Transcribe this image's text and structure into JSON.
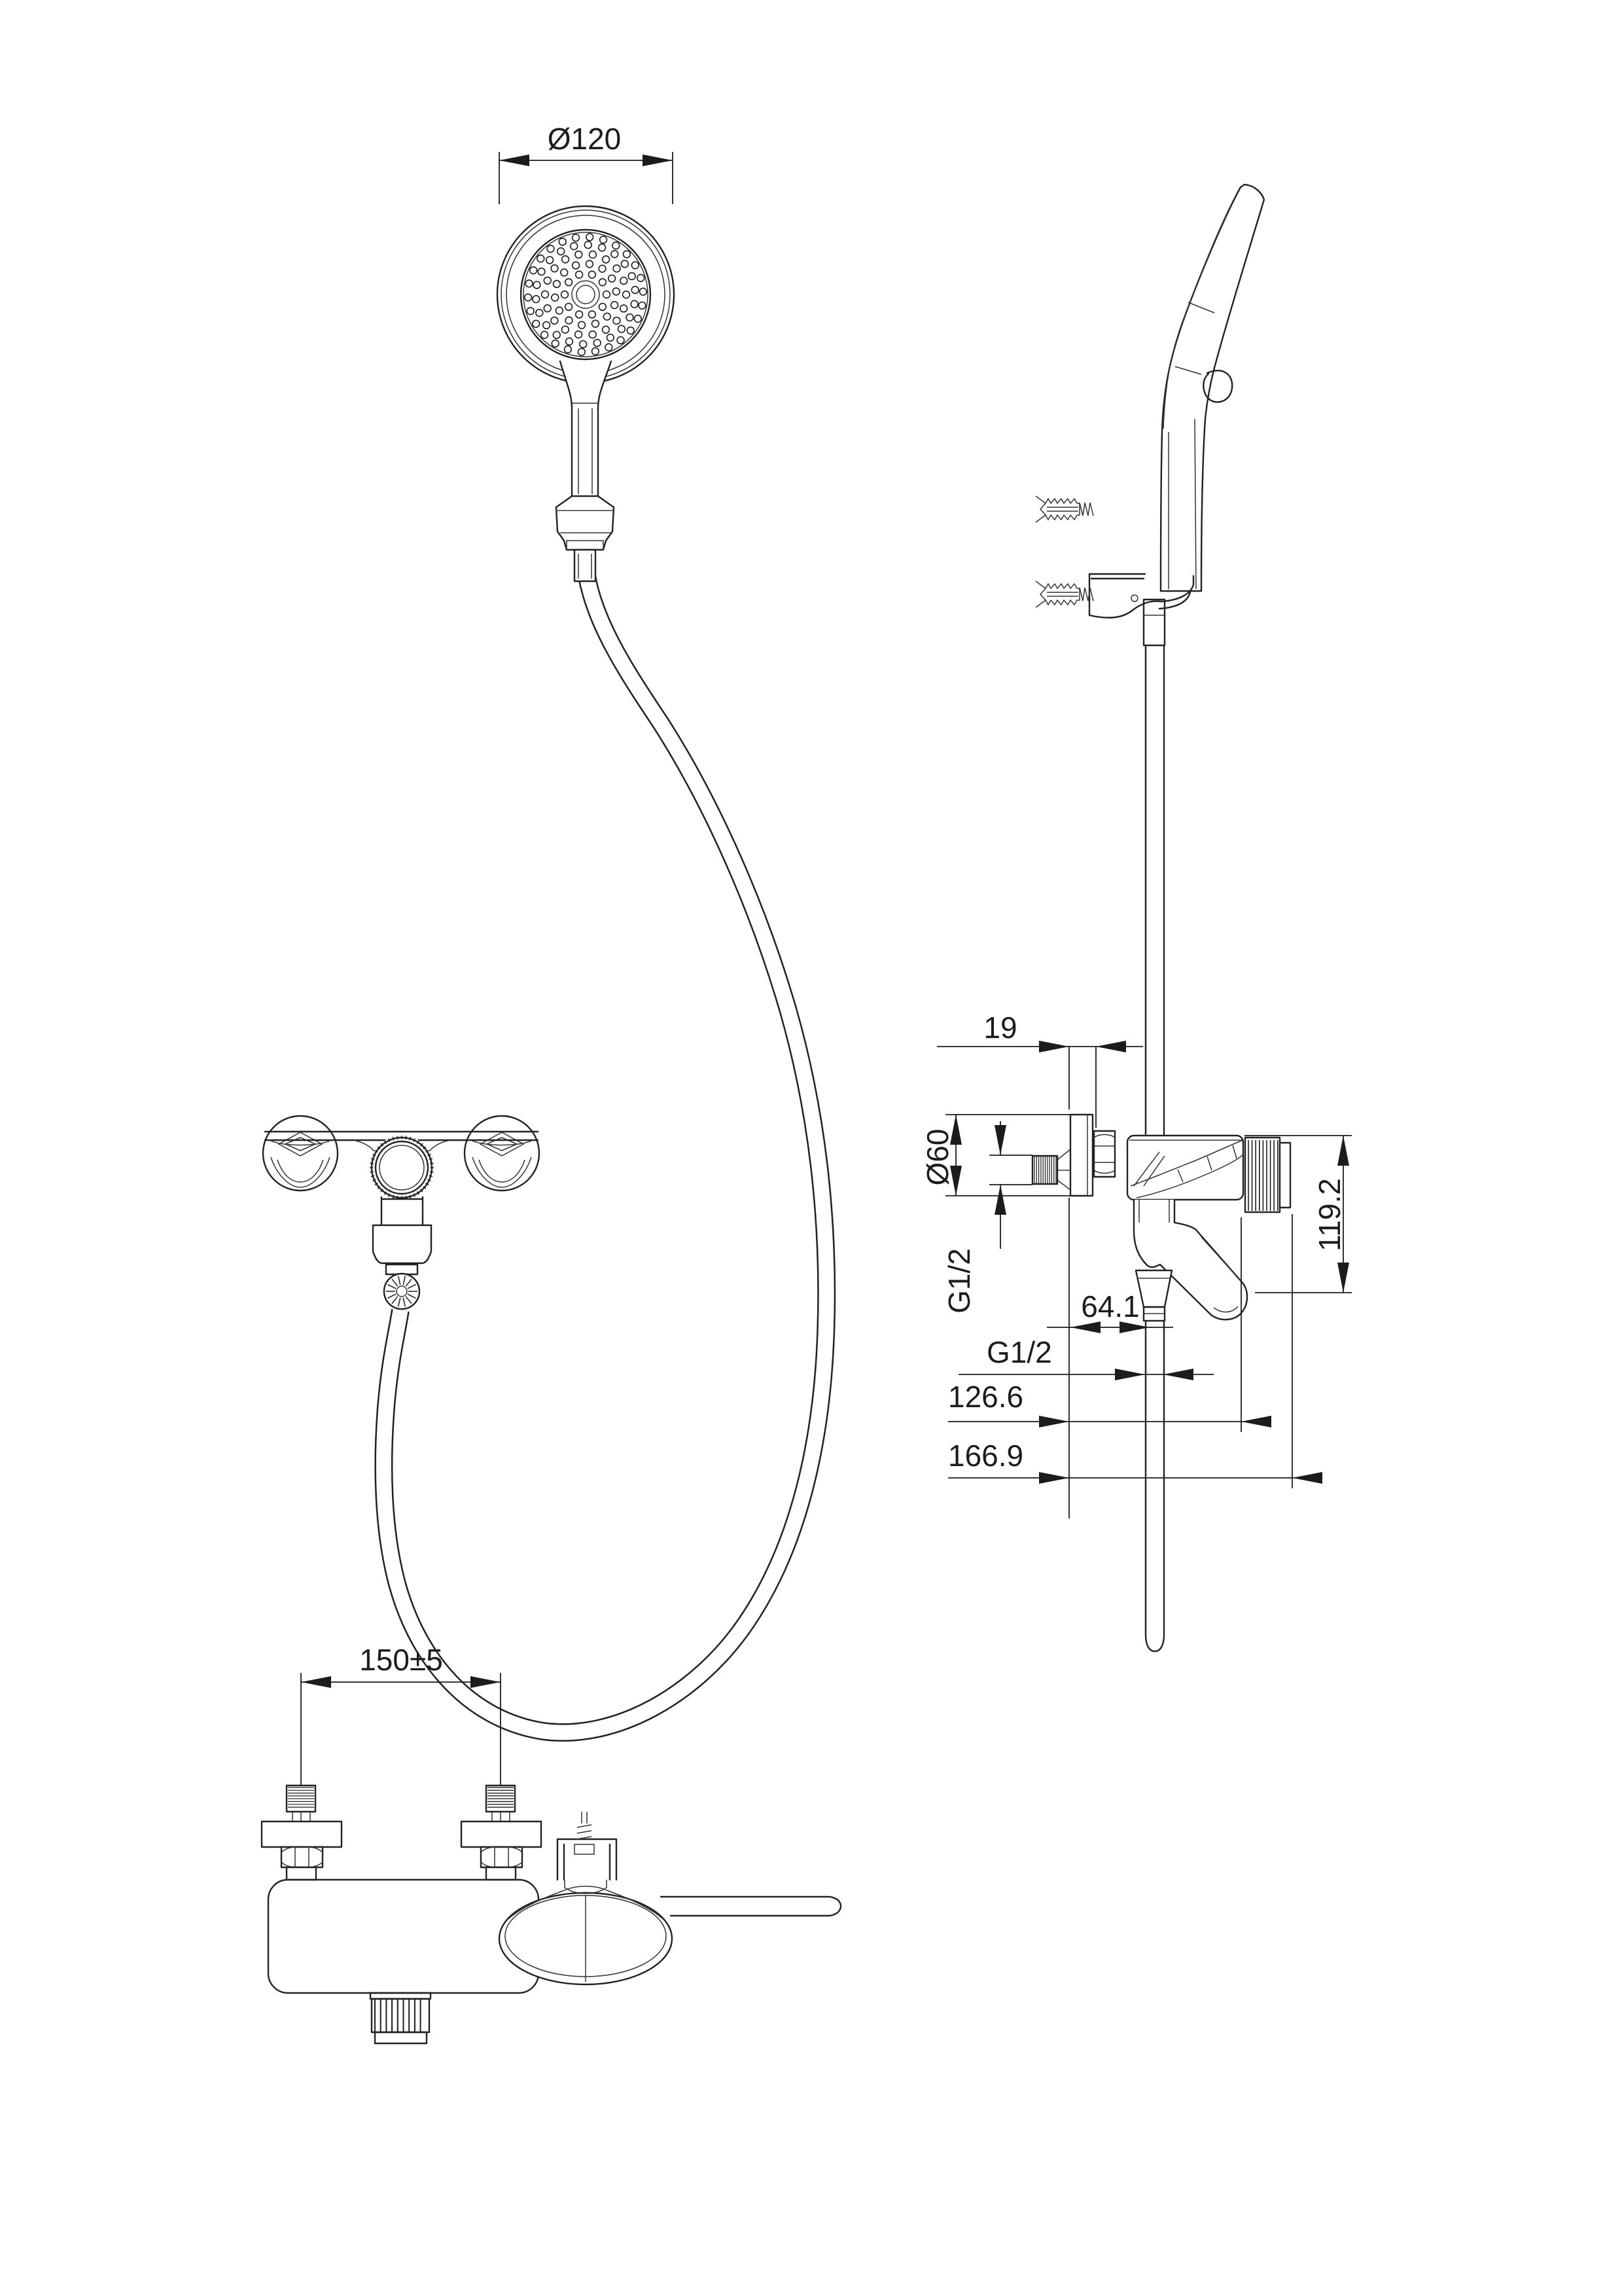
{
  "document": {
    "background_color": "#ffffff",
    "line_color": "#1c1c1c"
  },
  "dimensions": {
    "shower_head_diameter": "Ø120",
    "escutcheon_depth": "19",
    "escutcheon_diameter": "Ø60",
    "inlet_thread": "G1/2",
    "body_height": "119.2",
    "outlet_offset": "64.1",
    "hose_thread": "G1/2",
    "depth_to_body_end": "126.6",
    "depth_to_knob_end": "166.9",
    "inlet_spacing": "150±5"
  }
}
